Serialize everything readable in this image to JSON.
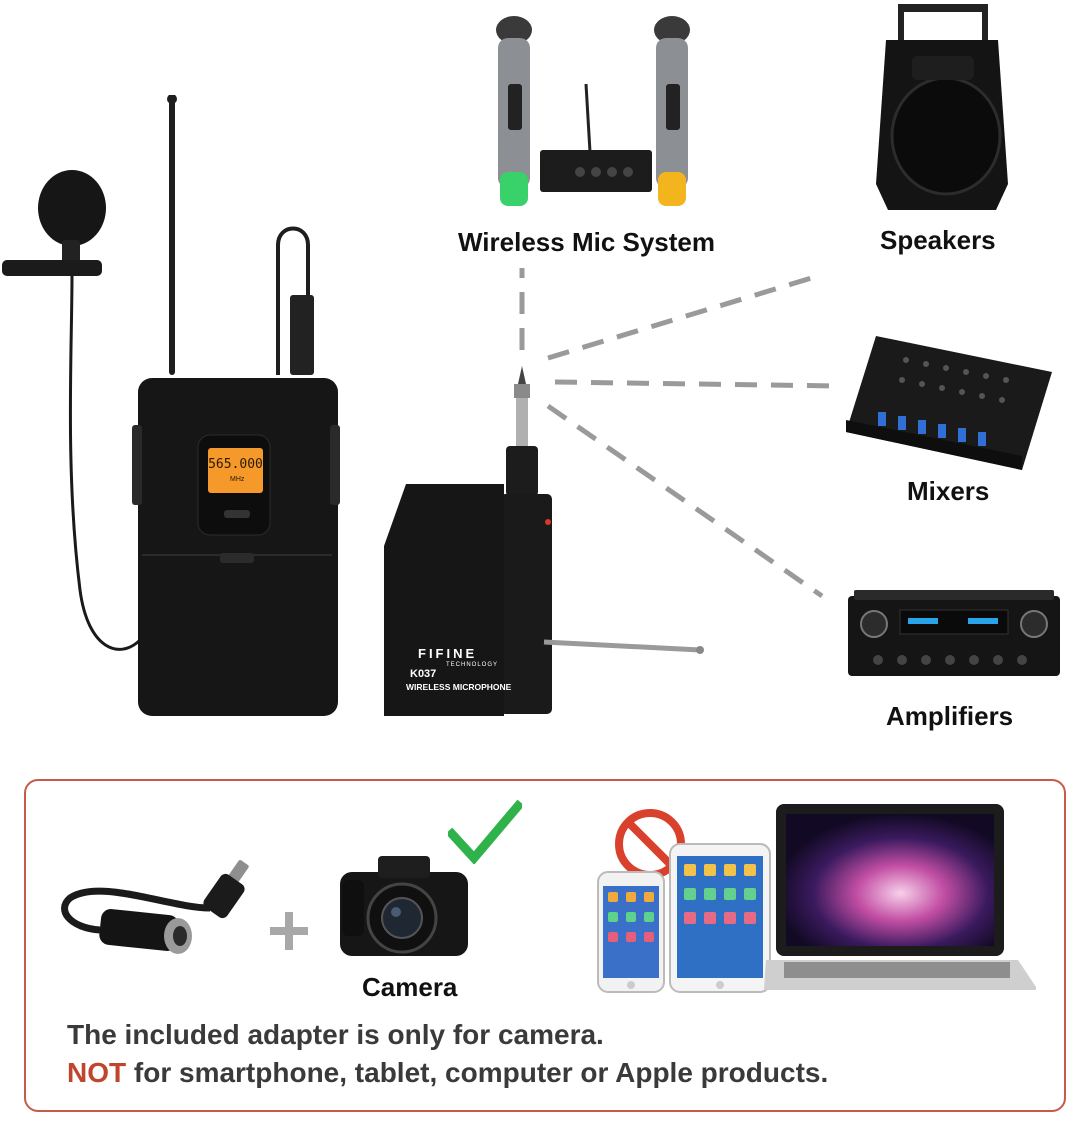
{
  "labels": {
    "wireless_mic_system": "Wireless Mic System",
    "speakers": "Speakers",
    "mixers": "Mixers",
    "amplifiers": "Amplifiers",
    "camera": "Camera"
  },
  "bodypack": {
    "display_value": "565.000",
    "display_unit": "MHz"
  },
  "receiver": {
    "brand": "FIFINE",
    "brand_sub": "TECHNOLOGY",
    "model": "K037",
    "product_name": "WIRELESS MICROPHONE"
  },
  "note": {
    "line1": "The included adapter is only for camera.",
    "line2_highlight": "NOT",
    "line2_rest": " for smartphone, tablet, computer or Apple products."
  },
  "colors": {
    "border_accent": "#c85a4a",
    "not_red": "#c0452f",
    "check_green": "#2fb24a",
    "lcd_orange": "#f59a2a",
    "dash_gray": "#9a9a9a"
  },
  "icons": [
    "plus-icon",
    "check-icon",
    "prohibited-icon"
  ]
}
